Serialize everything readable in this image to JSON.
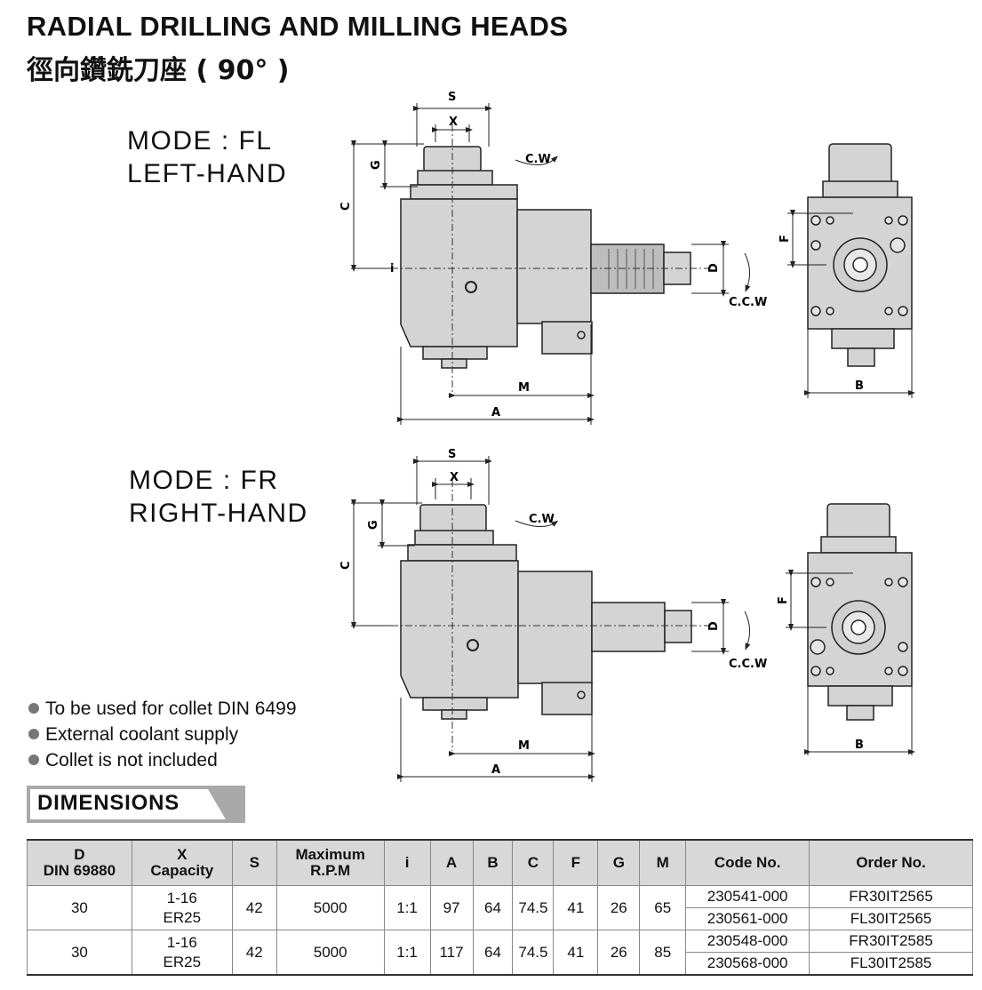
{
  "header": {
    "title": "RADIAL DRILLING AND MILLING HEADS",
    "subtitle": "徑向鑽銑刀座 ( 90° )"
  },
  "modes": [
    {
      "line1": "MODE : FL",
      "line2": "LEFT-HAND"
    },
    {
      "line1": "MODE : FR",
      "line2": "RIGHT-HAND"
    }
  ],
  "drawing_labels": {
    "s": "S",
    "x": "X",
    "g": "G",
    "c": "C",
    "d": "D",
    "f": "F",
    "m": "M",
    "a": "A",
    "b": "B",
    "i": "i",
    "cw": "C.W",
    "ccw": "C.C.W"
  },
  "notes": [
    "To be used for collet DIN 6499",
    "External coolant supply",
    "Collet is not included"
  ],
  "dimensions_heading": "DIMENSIONS",
  "table": {
    "headers": [
      [
        "D",
        "DIN 69880"
      ],
      [
        "X",
        "Capacity"
      ],
      [
        "S"
      ],
      [
        "Maximum",
        "R.P.M"
      ],
      [
        "i"
      ],
      [
        "A"
      ],
      [
        "B"
      ],
      [
        "C"
      ],
      [
        "F"
      ],
      [
        "G"
      ],
      [
        "M"
      ],
      [
        "Code No."
      ],
      [
        "Order No."
      ]
    ],
    "groups": [
      {
        "d": "30",
        "x1": "1-16",
        "x2": "ER25",
        "s": "42",
        "rpm": "5000",
        "i": "1:1",
        "a": "97",
        "b": "64",
        "c": "74.5",
        "f": "41",
        "g": "26",
        "m": "65",
        "variants": [
          {
            "code": "230541-000",
            "order": "FR30IT2565"
          },
          {
            "code": "230561-000",
            "order": "FL30IT2565"
          }
        ]
      },
      {
        "d": "30",
        "x1": "1-16",
        "x2": "ER25",
        "s": "42",
        "rpm": "5000",
        "i": "1:1",
        "a": "117",
        "b": "64",
        "c": "74.5",
        "f": "41",
        "g": "26",
        "m": "85",
        "variants": [
          {
            "code": "230548-000",
            "order": "FR30IT2585"
          },
          {
            "code": "230568-000",
            "order": "FL30IT2585"
          }
        ]
      }
    ]
  },
  "colors": {
    "body": "#d4d4d4",
    "line": "#222222",
    "tab": "#aaaaaa"
  }
}
